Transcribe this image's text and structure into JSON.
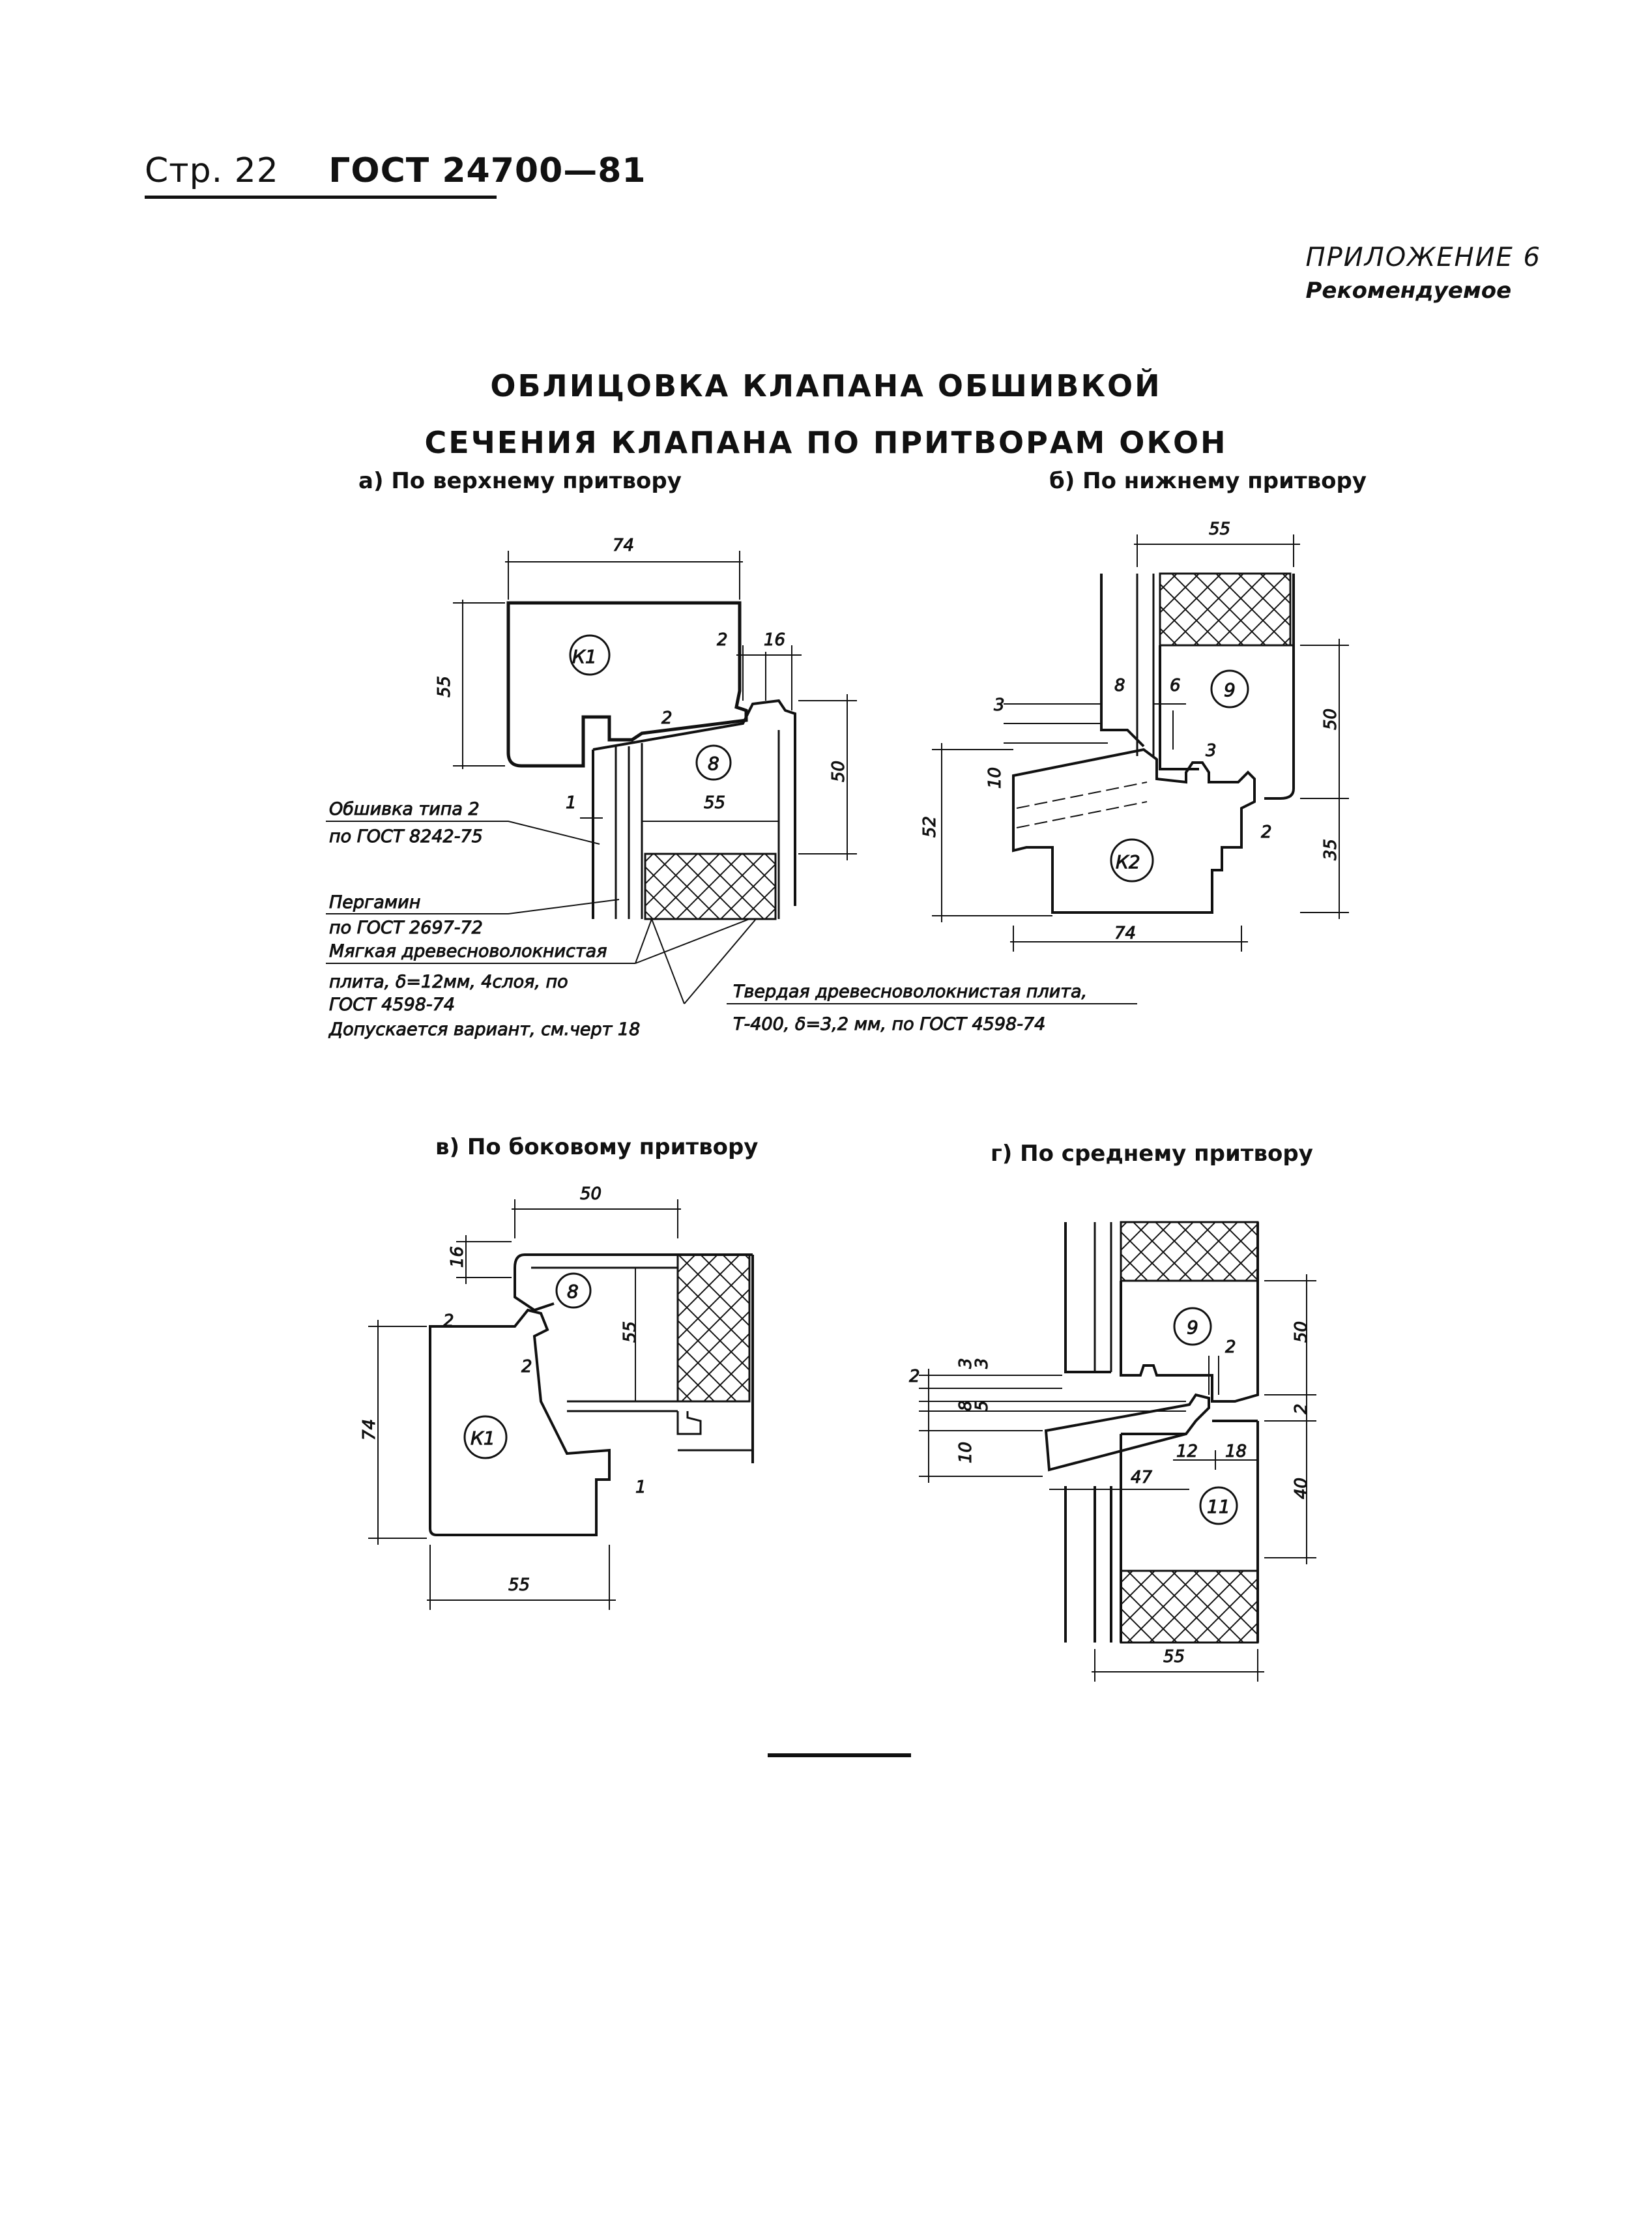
{
  "header": {
    "page": "Стр. 22",
    "standard": "ГОСТ 24700—81"
  },
  "appendix": {
    "title": "ПРИЛОЖЕНИЕ 6",
    "status": "Рекомендуемое"
  },
  "titles": {
    "main": "ОБЛИЦОВКА КЛАПАНА ОБШИВКОЙ",
    "sub": "СЕЧЕНИЯ КЛАПАНА ПО ПРИТВОРАМ ОКОН"
  },
  "figures": {
    "a": {
      "caption": "а) По верхнему притвору",
      "labels": {
        "k1": "К1",
        "n8": "8"
      },
      "dims": {
        "w74": "74",
        "h55": "55",
        "d2a": "2",
        "d16": "16",
        "d2b": "2",
        "h50": "50",
        "w55": "55",
        "d1": "1"
      }
    },
    "b": {
      "caption": "б) По нижнему притвору",
      "labels": {
        "k2": "К2",
        "n9": "9"
      },
      "dims": {
        "w55": "55",
        "d8": "8",
        "d6": "6",
        "d3a": "3",
        "d10": "10",
        "d3b": "3",
        "h52": "52",
        "h50": "50",
        "d2": "2",
        "h35": "35",
        "w74": "74"
      }
    },
    "v": {
      "caption": "в) По боковому притвору",
      "labels": {
        "k1": "К1",
        "n8": "8"
      },
      "dims": {
        "w50": "50",
        "d16": "16",
        "d2a": "2",
        "d2b": "2",
        "h55": "55",
        "h74": "74",
        "d1": "1",
        "w55": "55"
      }
    },
    "g": {
      "caption": "г) По среднему притвору",
      "labels": {
        "n9": "9",
        "n11": "11"
      },
      "dims": {
        "d2a": "2",
        "d3a": "3",
        "d3b": "3",
        "d2b": "2",
        "d8": "8",
        "d5": "5",
        "d10": "10",
        "h50": "50",
        "d2c": "2",
        "d12": "12",
        "d18": "18",
        "d47": "47",
        "h40": "40",
        "w55": "55"
      }
    }
  },
  "notes": {
    "sheathing_1": "Обшивка типа 2",
    "sheathing_2": "по ГОСТ 8242-75",
    "pergamin_1": "Пергамин",
    "pergamin_2": "по ГОСТ 2697-72",
    "soft_1": "Мягкая древесноволокнистая",
    "soft_2": "плита, δ=12мм, 4слоя, по",
    "soft_3": "ГОСТ 4598-74",
    "soft_4": "Допускается вариант, см.черт 18",
    "hard_1": "Твердая древесноволокнистая плита,",
    "hard_2": "Т-400, δ=3,2 мм, по ГОСТ 4598-74"
  }
}
